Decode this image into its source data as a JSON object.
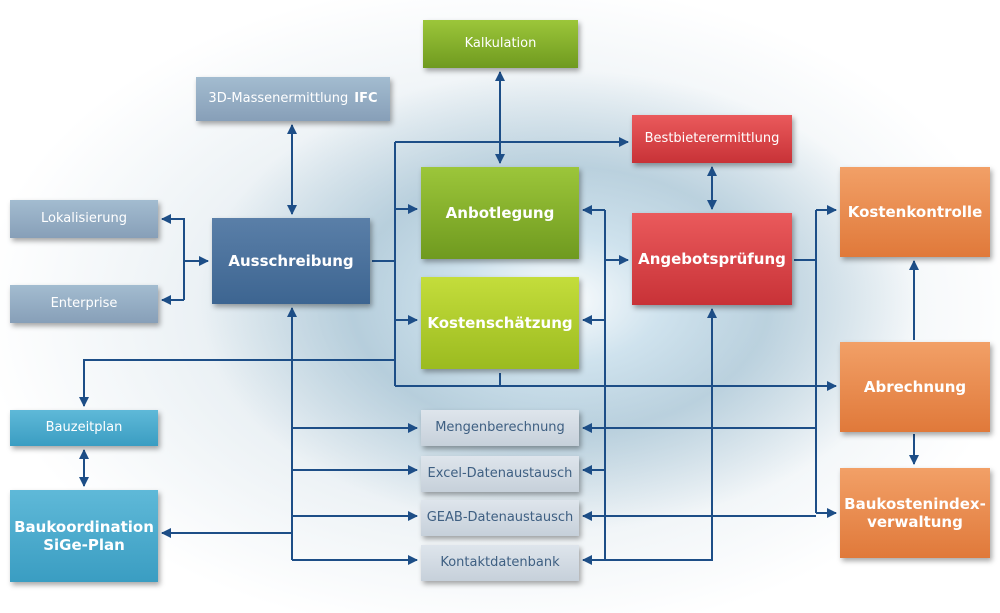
{
  "colors": {
    "arrow": "#1d4e87",
    "green": "#84b02b",
    "lime": "#b1cc2c",
    "red": "#d9444a",
    "orange": "#e88a4f",
    "navy": "#4a7099",
    "steel": "#97afc6",
    "cyan": "#4aa9cd",
    "light_gray": "#d2dbe3"
  },
  "nodes": {
    "kalkulation": "Kalkulation",
    "massenermittlung": "3D-Massenermittlung",
    "massenermittlung_ifc": "IFC",
    "bestbieter": "Bestbieterermittlung",
    "lokalisierung": "Lokalisierung",
    "enterprise": "Enterprise",
    "ausschreibung": "Ausschreibung",
    "anbotlegung": "Anbotlegung",
    "kostenschaetzung": "Kostenschätzung",
    "angebotspruefung": "Angebotsprüfung",
    "kostenkontrolle": "Kostenkontrolle",
    "abrechnung": "Abrechnung",
    "baukostenindex_line1": "Baukostenindex-",
    "baukostenindex_line2": "verwaltung",
    "bauzeitplan": "Bauzeitplan",
    "baukoordination_line1": "Baukoordination",
    "baukoordination_line2": "SiGe-Plan",
    "mengenberechnung": "Mengenberechnung",
    "excel": "Excel-Datenaustausch",
    "geab": "GEAB-Datenaustausch",
    "kontakt": "Kontaktdatenbank"
  }
}
